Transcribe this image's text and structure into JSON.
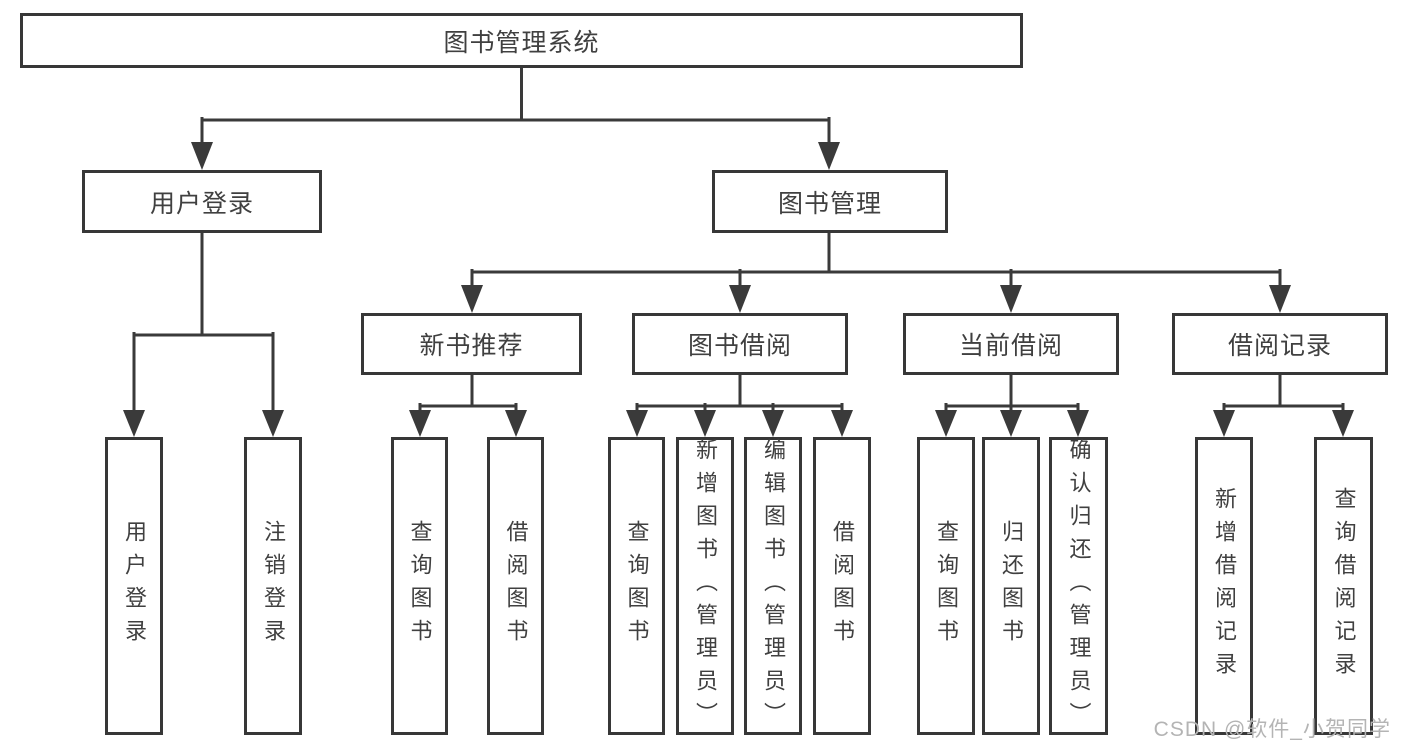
{
  "nodes": {
    "root": "图书管理系统",
    "branches": [
      "用户登录",
      "图书管理"
    ],
    "modules": [
      "新书推荐",
      "图书借阅",
      "当前借阅",
      "借阅记录"
    ],
    "leaves": [
      "用户登录",
      "注销登录",
      "查询图书",
      "借阅图书",
      "查询图书",
      "新增图书（管理员）",
      "编辑图书（管理员）",
      "借阅图书",
      "查询图书",
      "归还图书",
      "确认归还（管理员）",
      "新增借阅记录",
      "查询借阅记录"
    ]
  },
  "watermark": "CSDN @软件_小贺同学",
  "colors": {
    "line": "#3a3a3a",
    "box_border": "#373737",
    "box_fill": "#ffffff",
    "text": "#404040",
    "watermark": "#b4b4b4",
    "background": "#ffffff"
  }
}
